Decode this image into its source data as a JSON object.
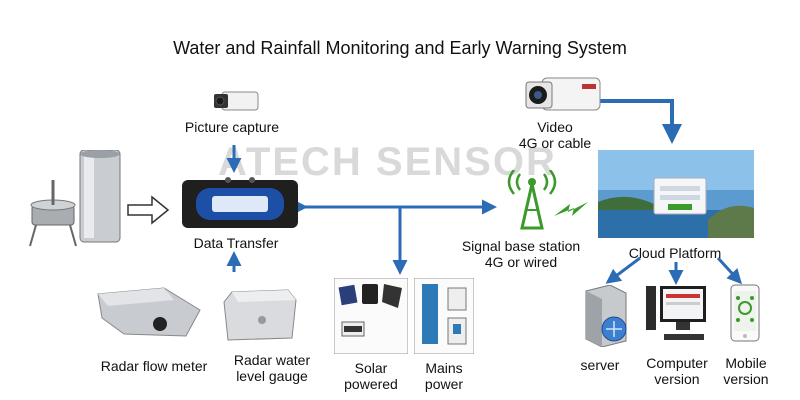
{
  "title": "Water and Rainfall Monitoring and Early Warning System",
  "watermark": "ATECH SENSOR",
  "colors": {
    "arrow": "#2b6cb5",
    "signal": "#3a9a2a",
    "device_blue": "#1e4fa6"
  },
  "nodes": {
    "picture_capture": "Picture capture",
    "data_transfer": "Data Transfer",
    "video": {
      "line1": "Video",
      "line2": "4G or cable"
    },
    "signal_station": {
      "line1": "Signal base station",
      "line2": "4G or wired"
    },
    "cloud_platform": "Cloud Platform",
    "radar_flow_meter": "Radar flow meter",
    "radar_water_level": {
      "line1": "Radar water",
      "line2": "level gauge"
    },
    "solar": {
      "line1": "Solar",
      "line2": "powered"
    },
    "mains": {
      "line1": "Mains",
      "line2": "power"
    },
    "server": "server",
    "computer": {
      "line1": "Computer",
      "line2": "version"
    },
    "mobile": {
      "line1": "Mobile",
      "line2": "version"
    }
  },
  "icons": [
    "rain-gauge-icon",
    "camera-icon",
    "data-transfer-unit-icon",
    "signal-tower-icon",
    "cloud-platform-screen-icon",
    "radar-flow-meter-icon",
    "radar-level-gauge-icon",
    "solar-panel-icon",
    "mains-power-icon",
    "server-icon",
    "computer-icon",
    "mobile-phone-icon"
  ]
}
